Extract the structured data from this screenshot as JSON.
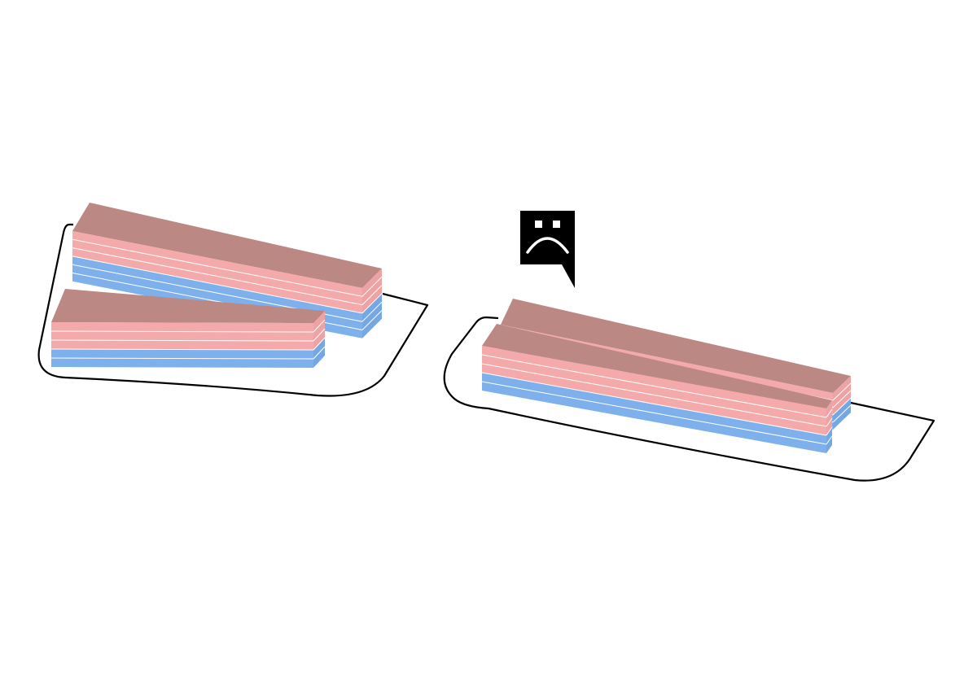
{
  "diagram": {
    "description_hidden": "",
    "colors": {
      "background": "#ffffff",
      "site_outline": "#000000",
      "roof": "#bb8884",
      "upper_floors": "#f4aaaa",
      "upper_floors_side": "#eea2a3",
      "lower_floors": "#7eb1ec",
      "lower_floors_side": "#75a7e3",
      "floor_line": "#ffffff",
      "speech_bubble": "#000000",
      "face": "#ffffff"
    },
    "sites": [
      {
        "name": "left-site",
        "buildings": 2
      },
      {
        "name": "right-site",
        "buildings": 2
      }
    ],
    "building_floors": {
      "upper": 3,
      "lower": 3
    },
    "icons": {
      "speech_bubble": "sad-face-speech-bubble-icon"
    }
  }
}
